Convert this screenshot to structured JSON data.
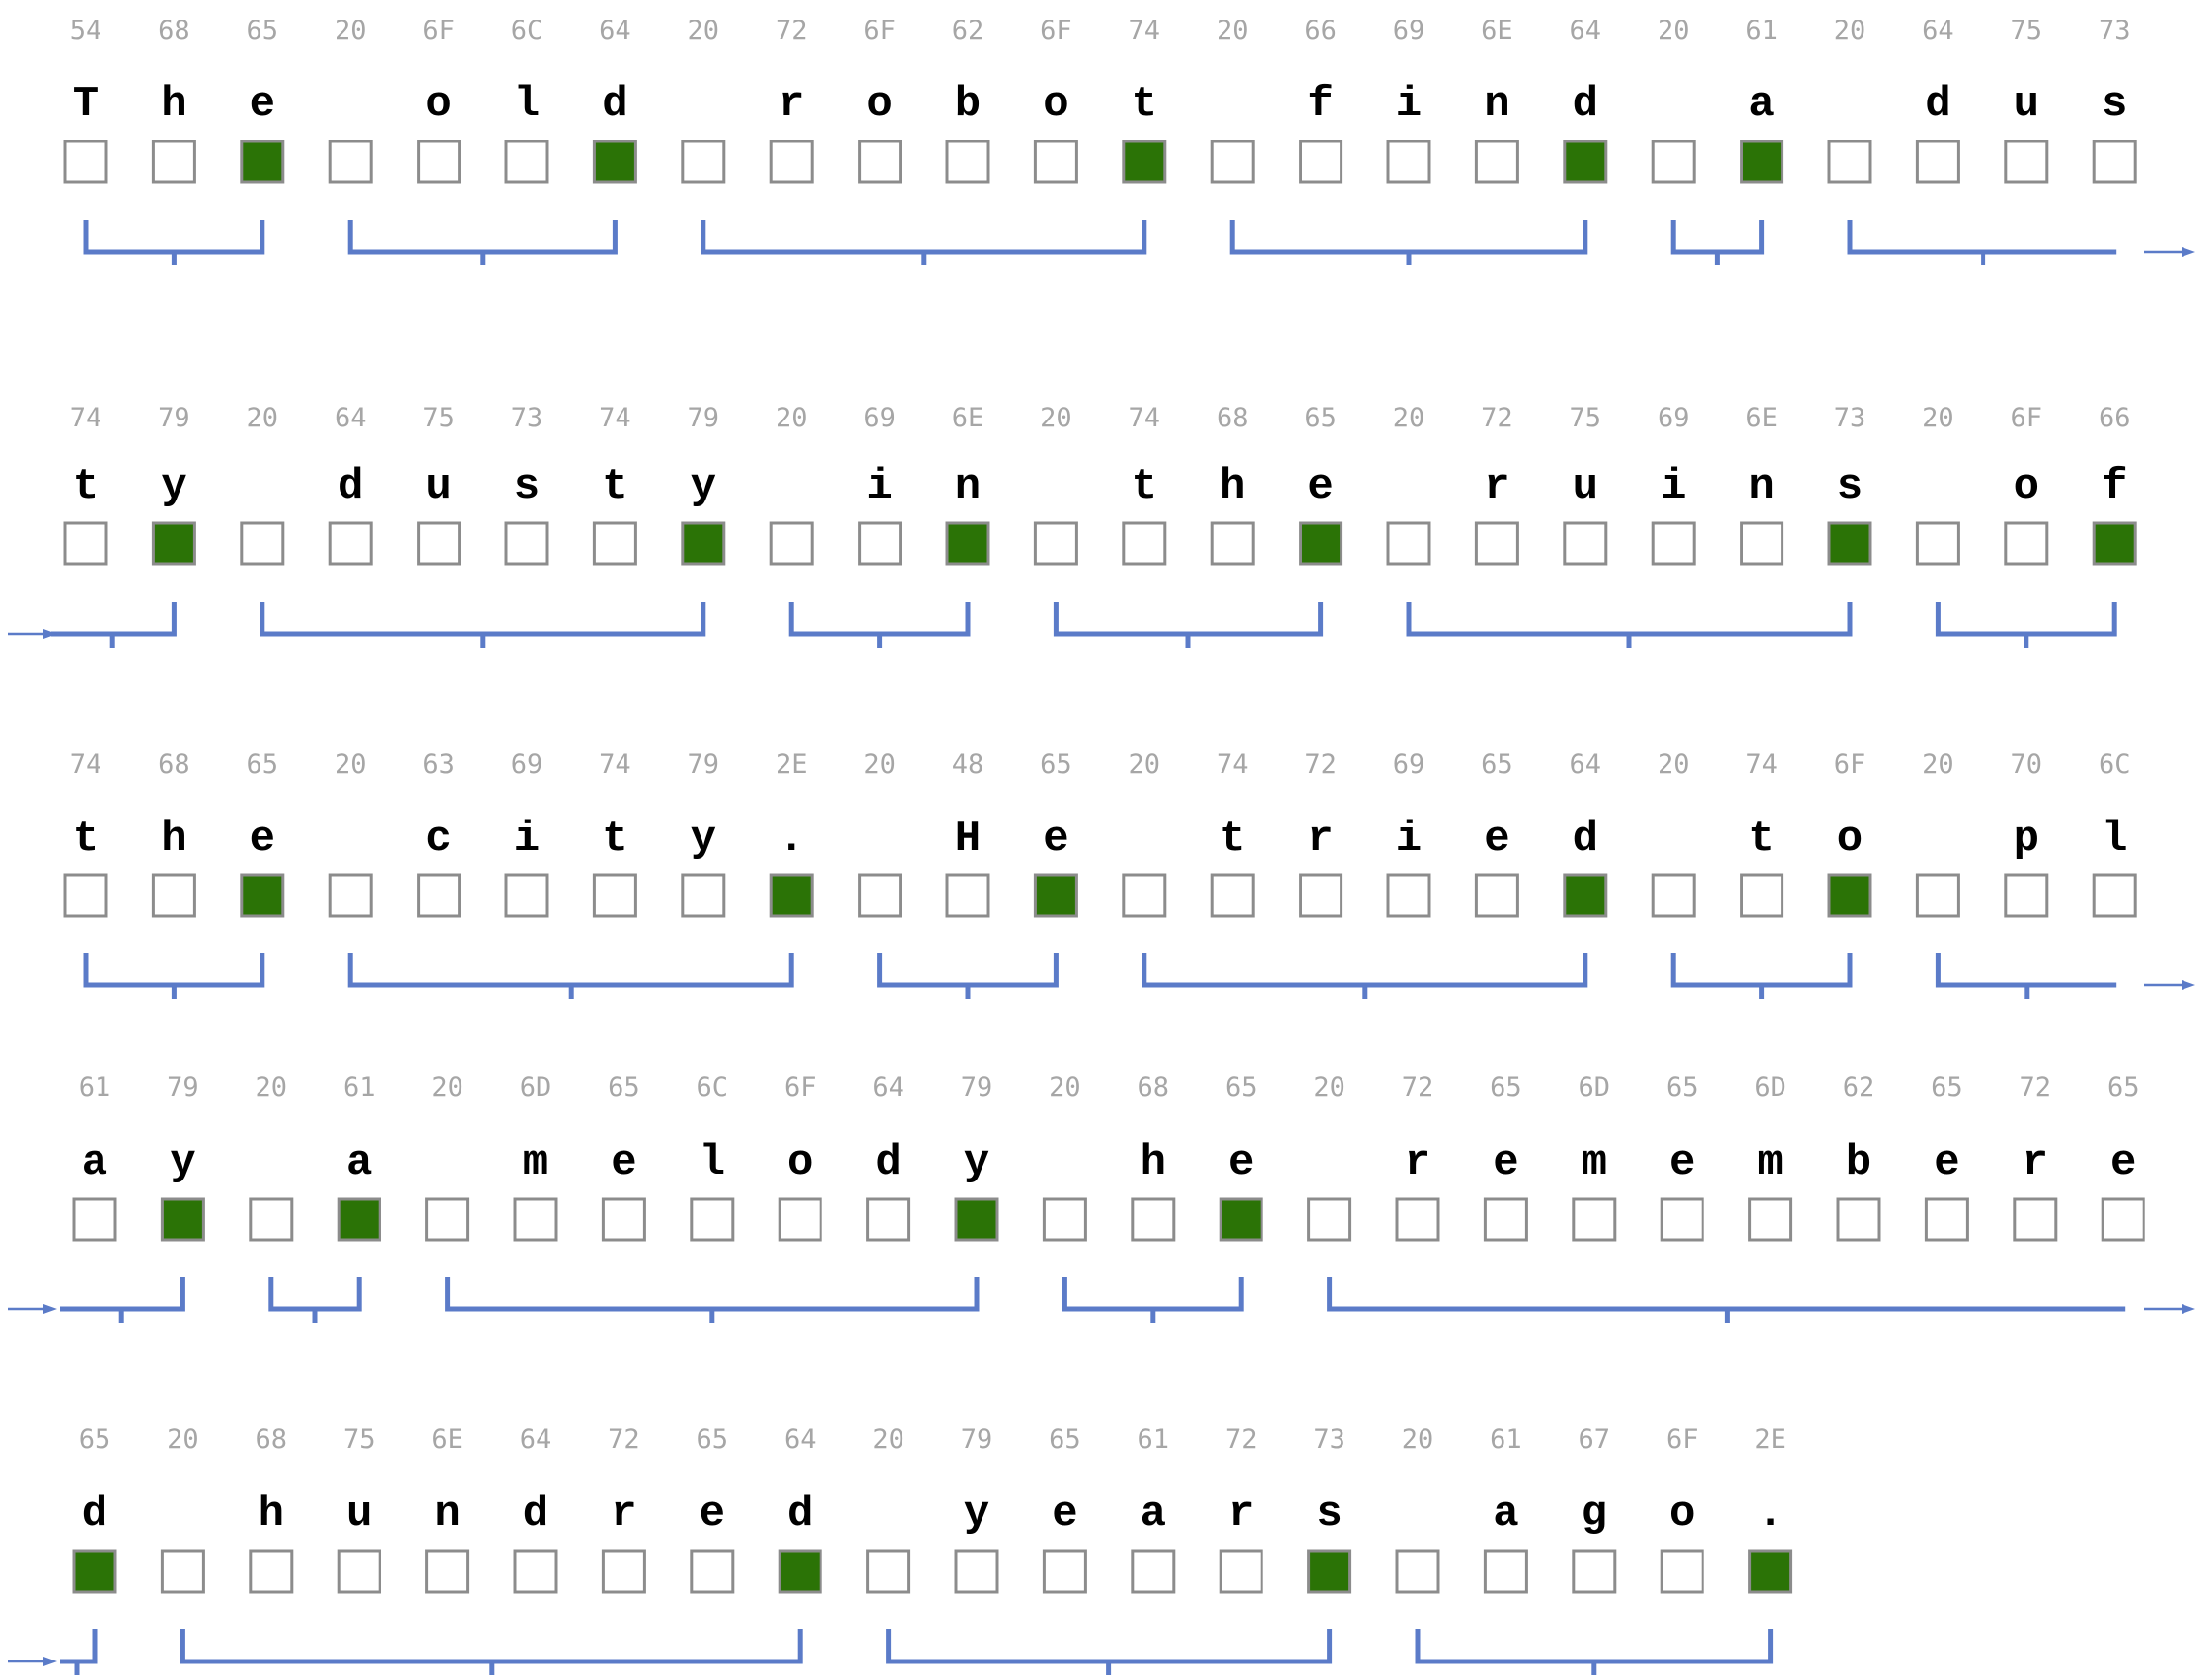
{
  "colors": {
    "filled_box": "#2b7306",
    "empty_box": "#ffffff",
    "box_border": "#8c8c8c",
    "bracket": "#5b7bc8",
    "hex_text": "#a6a6a6",
    "char_text": "#000000"
  },
  "rows": [
    {
      "cells": [
        {
          "hex": "54",
          "char": "T",
          "filled": false
        },
        {
          "hex": "68",
          "char": "h",
          "filled": false
        },
        {
          "hex": "65",
          "char": "e",
          "filled": true
        },
        {
          "hex": "20",
          "char": "",
          "filled": false
        },
        {
          "hex": "6F",
          "char": "o",
          "filled": false
        },
        {
          "hex": "6C",
          "char": "l",
          "filled": false
        },
        {
          "hex": "64",
          "char": "d",
          "filled": true
        },
        {
          "hex": "20",
          "char": "",
          "filled": false
        },
        {
          "hex": "72",
          "char": "r",
          "filled": false
        },
        {
          "hex": "6F",
          "char": "o",
          "filled": false
        },
        {
          "hex": "62",
          "char": "b",
          "filled": false
        },
        {
          "hex": "6F",
          "char": "o",
          "filled": false
        },
        {
          "hex": "74",
          "char": "t",
          "filled": true
        },
        {
          "hex": "20",
          "char": "",
          "filled": false
        },
        {
          "hex": "66",
          "char": "f",
          "filled": false
        },
        {
          "hex": "69",
          "char": "i",
          "filled": false
        },
        {
          "hex": "6E",
          "char": "n",
          "filled": false
        },
        {
          "hex": "64",
          "char": "d",
          "filled": true
        },
        {
          "hex": "20",
          "char": "",
          "filled": false
        },
        {
          "hex": "61",
          "char": "a",
          "filled": true
        },
        {
          "hex": "20",
          "char": "",
          "filled": false
        },
        {
          "hex": "64",
          "char": "d",
          "filled": false
        },
        {
          "hex": "75",
          "char": "u",
          "filled": false
        },
        {
          "hex": "73",
          "char": "s",
          "filled": false
        }
      ],
      "brackets": [
        [
          0,
          2
        ],
        [
          3,
          6
        ],
        [
          7,
          12
        ],
        [
          13,
          17
        ],
        [
          18,
          19
        ],
        [
          20,
          23,
          "open-right"
        ]
      ],
      "arrow_in": false,
      "arrow_out": true
    },
    {
      "cells": [
        {
          "hex": "74",
          "char": "t",
          "filled": false
        },
        {
          "hex": "79",
          "char": "y",
          "filled": true
        },
        {
          "hex": "20",
          "char": "",
          "filled": false
        },
        {
          "hex": "64",
          "char": "d",
          "filled": false
        },
        {
          "hex": "75",
          "char": "u",
          "filled": false
        },
        {
          "hex": "73",
          "char": "s",
          "filled": false
        },
        {
          "hex": "74",
          "char": "t",
          "filled": false
        },
        {
          "hex": "79",
          "char": "y",
          "filled": true
        },
        {
          "hex": "20",
          "char": "",
          "filled": false
        },
        {
          "hex": "69",
          "char": "i",
          "filled": false
        },
        {
          "hex": "6E",
          "char": "n",
          "filled": true
        },
        {
          "hex": "20",
          "char": "",
          "filled": false
        },
        {
          "hex": "74",
          "char": "t",
          "filled": false
        },
        {
          "hex": "68",
          "char": "h",
          "filled": false
        },
        {
          "hex": "65",
          "char": "e",
          "filled": true
        },
        {
          "hex": "20",
          "char": "",
          "filled": false
        },
        {
          "hex": "72",
          "char": "r",
          "filled": false
        },
        {
          "hex": "75",
          "char": "u",
          "filled": false
        },
        {
          "hex": "69",
          "char": "i",
          "filled": false
        },
        {
          "hex": "6E",
          "char": "n",
          "filled": false
        },
        {
          "hex": "73",
          "char": "s",
          "filled": true
        },
        {
          "hex": "20",
          "char": "",
          "filled": false
        },
        {
          "hex": "6F",
          "char": "o",
          "filled": false
        },
        {
          "hex": "66",
          "char": "f",
          "filled": true
        }
      ],
      "brackets": [
        [
          0,
          1,
          "open-left"
        ],
        [
          2,
          7
        ],
        [
          8,
          10
        ],
        [
          11,
          14
        ],
        [
          15,
          20
        ],
        [
          21,
          23
        ]
      ],
      "arrow_in": true,
      "arrow_out": false
    },
    {
      "cells": [
        {
          "hex": "74",
          "char": "t",
          "filled": false
        },
        {
          "hex": "68",
          "char": "h",
          "filled": false
        },
        {
          "hex": "65",
          "char": "e",
          "filled": true
        },
        {
          "hex": "20",
          "char": "",
          "filled": false
        },
        {
          "hex": "63",
          "char": "c",
          "filled": false
        },
        {
          "hex": "69",
          "char": "i",
          "filled": false
        },
        {
          "hex": "74",
          "char": "t",
          "filled": false
        },
        {
          "hex": "79",
          "char": "y",
          "filled": false
        },
        {
          "hex": "2E",
          "char": ".",
          "filled": true
        },
        {
          "hex": "20",
          "char": "",
          "filled": false
        },
        {
          "hex": "48",
          "char": "H",
          "filled": false
        },
        {
          "hex": "65",
          "char": "e",
          "filled": true
        },
        {
          "hex": "20",
          "char": "",
          "filled": false
        },
        {
          "hex": "74",
          "char": "t",
          "filled": false
        },
        {
          "hex": "72",
          "char": "r",
          "filled": false
        },
        {
          "hex": "69",
          "char": "i",
          "filled": false
        },
        {
          "hex": "65",
          "char": "e",
          "filled": false
        },
        {
          "hex": "64",
          "char": "d",
          "filled": true
        },
        {
          "hex": "20",
          "char": "",
          "filled": false
        },
        {
          "hex": "74",
          "char": "t",
          "filled": false
        },
        {
          "hex": "6F",
          "char": "o",
          "filled": true
        },
        {
          "hex": "20",
          "char": "",
          "filled": false
        },
        {
          "hex": "70",
          "char": "p",
          "filled": false
        },
        {
          "hex": "6C",
          "char": "l",
          "filled": false
        }
      ],
      "brackets": [
        [
          0,
          2
        ],
        [
          3,
          8
        ],
        [
          9,
          11
        ],
        [
          12,
          17
        ],
        [
          18,
          20
        ],
        [
          21,
          23,
          "open-right"
        ]
      ],
      "arrow_in": false,
      "arrow_out": true
    },
    {
      "cells": [
        {
          "hex": "61",
          "char": "a",
          "filled": false
        },
        {
          "hex": "79",
          "char": "y",
          "filled": true
        },
        {
          "hex": "20",
          "char": "",
          "filled": false
        },
        {
          "hex": "61",
          "char": "a",
          "filled": true
        },
        {
          "hex": "20",
          "char": "",
          "filled": false
        },
        {
          "hex": "6D",
          "char": "m",
          "filled": false
        },
        {
          "hex": "65",
          "char": "e",
          "filled": false
        },
        {
          "hex": "6C",
          "char": "l",
          "filled": false
        },
        {
          "hex": "6F",
          "char": "o",
          "filled": false
        },
        {
          "hex": "64",
          "char": "d",
          "filled": false
        },
        {
          "hex": "79",
          "char": "y",
          "filled": true
        },
        {
          "hex": "20",
          "char": "",
          "filled": false
        },
        {
          "hex": "68",
          "char": "h",
          "filled": false
        },
        {
          "hex": "65",
          "char": "e",
          "filled": true
        },
        {
          "hex": "20",
          "char": "",
          "filled": false
        },
        {
          "hex": "72",
          "char": "r",
          "filled": false
        },
        {
          "hex": "65",
          "char": "e",
          "filled": false
        },
        {
          "hex": "6D",
          "char": "m",
          "filled": false
        },
        {
          "hex": "65",
          "char": "e",
          "filled": false
        },
        {
          "hex": "6D",
          "char": "m",
          "filled": false
        },
        {
          "hex": "62",
          "char": "b",
          "filled": false
        },
        {
          "hex": "65",
          "char": "e",
          "filled": false
        },
        {
          "hex": "72",
          "char": "r",
          "filled": false
        },
        {
          "hex": "65",
          "char": "e",
          "filled": false
        }
      ],
      "brackets": [
        [
          0,
          1,
          "open-left"
        ],
        [
          2,
          3
        ],
        [
          4,
          10
        ],
        [
          11,
          13
        ],
        [
          14,
          23,
          "open-right"
        ]
      ],
      "arrow_in": true,
      "arrow_out": true
    },
    {
      "cells": [
        {
          "hex": "65",
          "char": "d",
          "filled": true
        },
        {
          "hex": "20",
          "char": "",
          "filled": false
        },
        {
          "hex": "68",
          "char": "h",
          "filled": false
        },
        {
          "hex": "75",
          "char": "u",
          "filled": false
        },
        {
          "hex": "6E",
          "char": "n",
          "filled": false
        },
        {
          "hex": "64",
          "char": "d",
          "filled": false
        },
        {
          "hex": "72",
          "char": "r",
          "filled": false
        },
        {
          "hex": "65",
          "char": "e",
          "filled": false
        },
        {
          "hex": "64",
          "char": "d",
          "filled": true
        },
        {
          "hex": "20",
          "char": "",
          "filled": false
        },
        {
          "hex": "79",
          "char": "y",
          "filled": false
        },
        {
          "hex": "65",
          "char": "e",
          "filled": false
        },
        {
          "hex": "61",
          "char": "a",
          "filled": false
        },
        {
          "hex": "72",
          "char": "r",
          "filled": false
        },
        {
          "hex": "73",
          "char": "s",
          "filled": true
        },
        {
          "hex": "20",
          "char": "",
          "filled": false
        },
        {
          "hex": "61",
          "char": "a",
          "filled": false
        },
        {
          "hex": "67",
          "char": "g",
          "filled": false
        },
        {
          "hex": "6F",
          "char": "o",
          "filled": false
        },
        {
          "hex": "2E",
          "char": ".",
          "filled": true
        }
      ],
      "brackets": [
        [
          0,
          0,
          "open-left"
        ],
        [
          1,
          8
        ],
        [
          9,
          14
        ],
        [
          15,
          19
        ]
      ],
      "arrow_in": true,
      "arrow_out": false
    }
  ]
}
